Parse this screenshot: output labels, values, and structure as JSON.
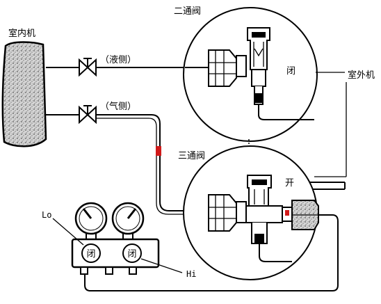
{
  "labels": {
    "indoor_unit": "室内机",
    "outdoor_unit": "室外机",
    "liquid_side": "（液侧）",
    "gas_side": "（气侧）",
    "two_way_valve": "二通阀",
    "three_way_valve": "三通阀",
    "two_way_state": "闭",
    "three_way_state": "开",
    "low_side": "Lo",
    "high_side": "Hi",
    "gauge_low_knob": "闭",
    "gauge_high_knob": "闭"
  },
  "colors": {
    "line": "#000000",
    "background": "#ffffff",
    "indoor_fill": "#c8c8c8",
    "accent": "#d11a1a"
  }
}
